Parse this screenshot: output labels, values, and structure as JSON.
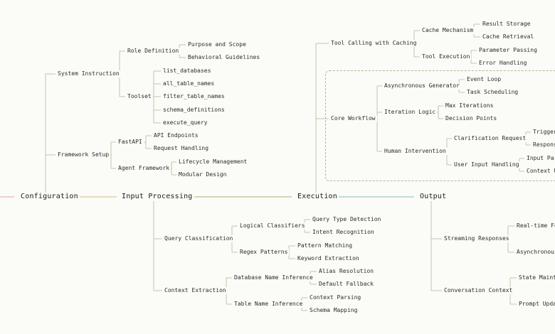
{
  "colors": {
    "configuration": "#e6b8b8",
    "input_processing": "#d8cc9a",
    "execution": "#b8c08e",
    "output": "#9fcac4",
    "branch": "#c8c3ad"
  },
  "stages": {
    "configuration": "Configuration",
    "input_processing": "Input Processing",
    "execution": "Execution",
    "output": "Output"
  },
  "configuration": {
    "system_instruction": {
      "label": "System Instruction",
      "role_definition": {
        "label": "Role Definition",
        "items": [
          "Purpose and Scope",
          "Behavioral Guidelines"
        ]
      },
      "toolset": {
        "label": "Toolset",
        "items": [
          "list_databases",
          "all_table_names",
          "filter_table_names",
          "schema_definitions",
          "execute_query"
        ]
      }
    },
    "framework_setup": {
      "label": "Framework Setup",
      "fastapi": {
        "label": "FastAPI",
        "items": [
          "API Endpoints",
          "Request Handling"
        ]
      },
      "agent_framework": {
        "label": "Agent Framework",
        "items": [
          "Lifecycle Management",
          "Modular Design"
        ]
      }
    }
  },
  "input_processing": {
    "query_classification": {
      "label": "Query Classification",
      "logical_classifiers": {
        "label": "Logical Classifiers",
        "items": [
          "Query Type Detection",
          "Intent Recognition"
        ]
      },
      "regex_patterns": {
        "label": "Regex Patterns",
        "items": [
          "Pattern Matching",
          "Keyword Extraction"
        ]
      }
    },
    "context_extraction": {
      "label": "Context Extraction",
      "database_name_inference": {
        "label": "Database Name Inference",
        "items": [
          "Alias Resolution",
          "Default Fallback"
        ]
      },
      "table_name_inference": {
        "label": "Table Name Inference",
        "items": [
          "Context Parsing",
          "Schema Mapping"
        ]
      }
    }
  },
  "execution": {
    "tool_calling": {
      "label": "Tool Calling with Caching",
      "cache_mechanism": {
        "label": "Cache Mechanism",
        "items": [
          "Result Storage",
          "Cache Retrieval"
        ]
      },
      "tool_execution": {
        "label": "Tool Execution",
        "items": [
          "Parameter Passing",
          "Error Handling"
        ]
      }
    },
    "core_workflow": {
      "label": "Core Workflow",
      "async_generator": {
        "label": "Asynchronous Generator",
        "items": [
          "Event Loop",
          "Task Scheduling"
        ]
      },
      "iteration_logic": {
        "label": "Iteration Logic",
        "items": [
          "Max Iterations",
          "Decision Points"
        ]
      },
      "human_intervention": {
        "label": "Human Intervention",
        "clarification_request": {
          "label": "Clarification Request",
          "items": [
            "Trigger",
            "Respons"
          ]
        },
        "user_input_handling": {
          "label": "User Input Handling",
          "items": [
            "Input Par",
            "Context Up"
          ]
        }
      }
    }
  },
  "output": {
    "streaming_responses": {
      "label": "Streaming Responses",
      "items": [
        "Real-time Fee",
        "Asynchronous"
      ]
    },
    "conversation_context": {
      "label": "Conversation Context",
      "items": [
        "State Mainte",
        "Prompt Updat"
      ]
    }
  }
}
